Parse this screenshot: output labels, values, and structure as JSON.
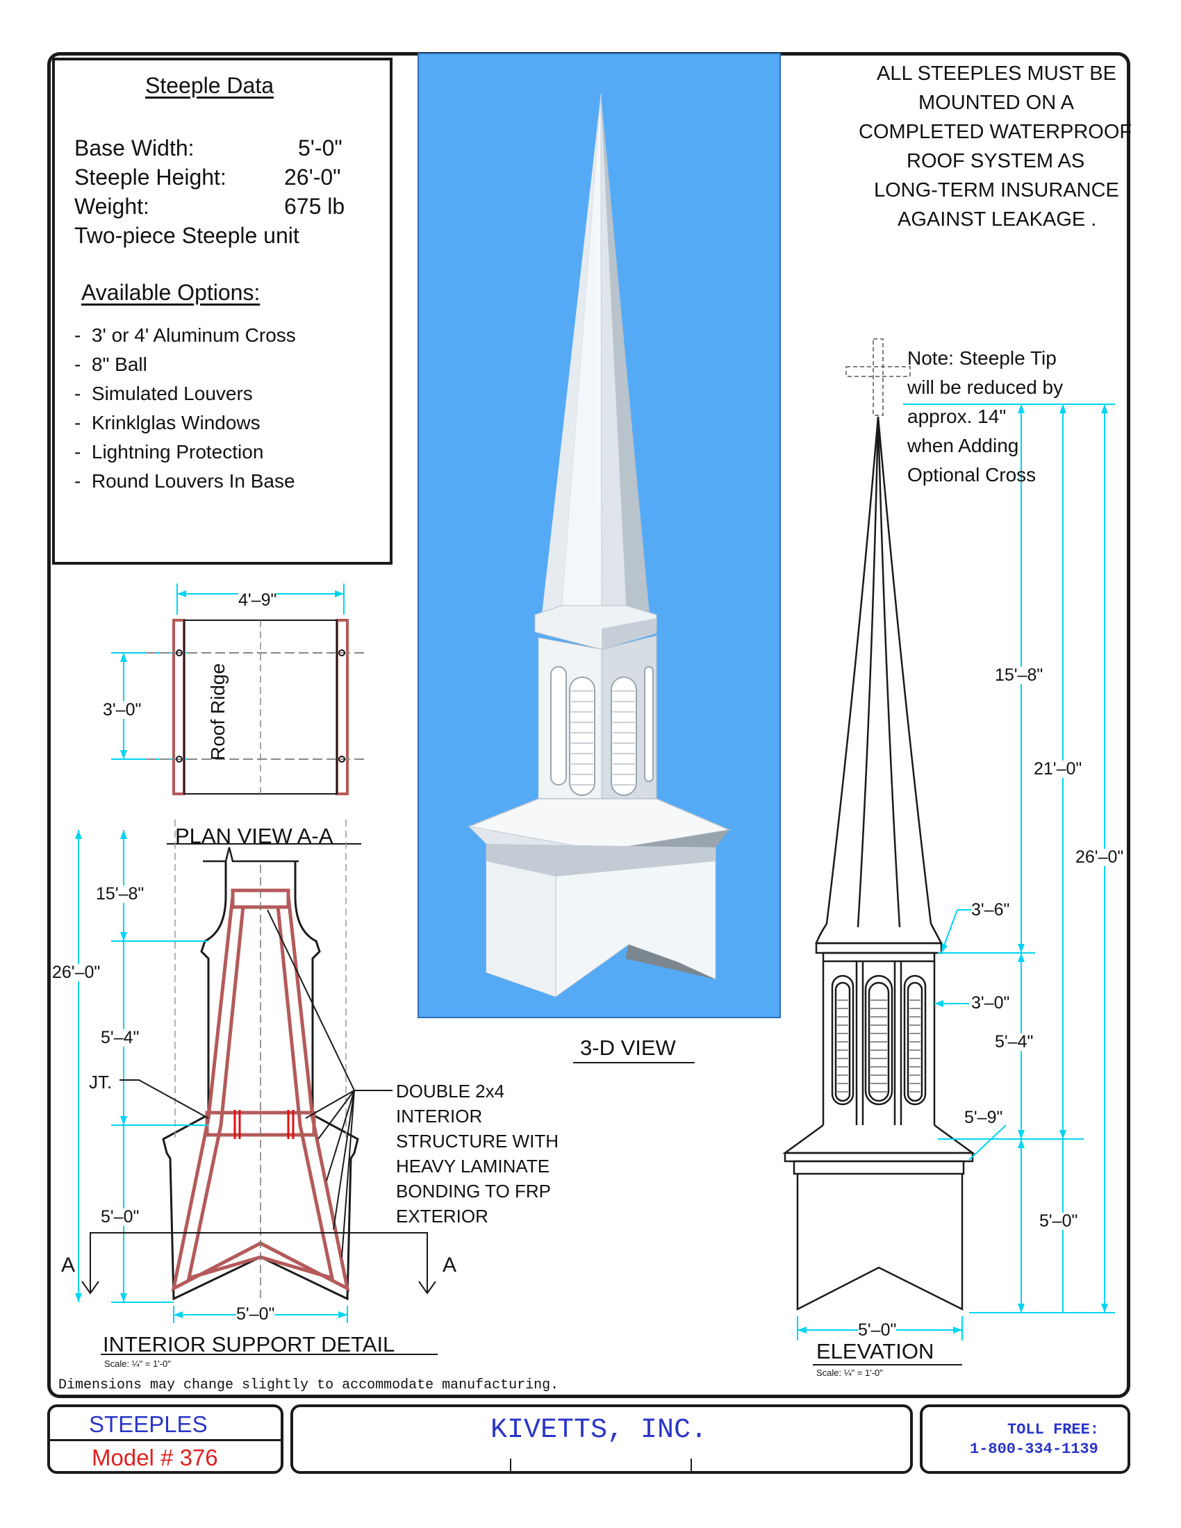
{
  "steeple_data": {
    "title": "Steeple Data",
    "rows": [
      {
        "label": "Base Width:",
        "value": "5'-0\""
      },
      {
        "label": "Steeple Height:",
        "value": "26'-0\""
      },
      {
        "label": "Weight:",
        "value": "675 lb"
      }
    ],
    "unit_note": "Two-piece Steeple unit",
    "options_title": "Available Options:",
    "options": [
      "3' or 4' Aluminum Cross",
      "8\" Ball",
      "Simulated Louvers",
      "Krinklglas Windows",
      "Lightning Protection",
      "Round Louvers In Base"
    ]
  },
  "notice": {
    "lines": [
      "ALL STEEPLES MUST BE",
      "MOUNTED ON A",
      "COMPLETED WATERPROOF",
      "ROOF SYSTEM AS",
      "LONG-TERM INSURANCE",
      "AGAINST LEAKAGE ."
    ]
  },
  "tip_note": {
    "lines": [
      "Note:  Steeple Tip",
      "will be reduced by",
      "approx. 14\"",
      "when Adding",
      "Optional Cross"
    ]
  },
  "plan_view": {
    "title": "PLAN VIEW A-A",
    "width_dim": "4'–9\"",
    "depth_dim": "3'–0\"",
    "ridge_label": "Roof Ridge"
  },
  "interior_detail": {
    "title": "INTERIOR SUPPORT DETAIL",
    "scale": "Scale: ¼\" = 1'-0\"",
    "dims": {
      "upper": "15'–8\"",
      "total": "26'–0\"",
      "mid": "5'–4\"",
      "base": "5'–0\"",
      "bottom": "5'–0\""
    },
    "joint_label": "JT.",
    "section_marks": [
      "A",
      "A"
    ],
    "callout_lines": [
      "DOUBLE 2x4",
      "INTERIOR",
      "STRUCTURE WITH",
      "HEAVY LAMINATE",
      "BONDING TO FRP",
      "EXTERIOR"
    ]
  },
  "three_d": {
    "title": "3-D VIEW"
  },
  "elevation": {
    "title": "ELEVATION",
    "scale": "Scale: ¼\" = 1'-0\"",
    "dims": {
      "spire": "15'–8\"",
      "mid": "21'–0\"",
      "total": "26'–0\"",
      "cap": "3'–6\"",
      "window": "3'–0\"",
      "belfry": "5'–4\"",
      "flare": "5'–9\"",
      "base": "5'–0\"",
      "bottom": "5'–0\""
    }
  },
  "footnote": "Dimensions may change slightly to accommodate manufacturing.",
  "footer": {
    "category": "STEEPLES",
    "model": "Model # 376",
    "company": "KIVETTS, INC.",
    "tollfree_label": "TOLL FREE:",
    "phone": "1-800-334-1139"
  },
  "colors": {
    "blue_panel": "#55aaf6",
    "dimension": "#00d4f0",
    "structure": "#b45a5a",
    "footer_blue": "#2a35c8",
    "footer_red": "#e02020"
  }
}
